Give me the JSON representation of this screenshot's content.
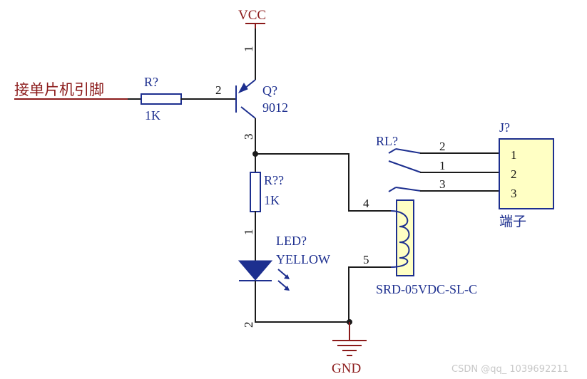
{
  "power": {
    "vcc_label": "VCC",
    "gnd_label": "GND"
  },
  "input": {
    "net_label": "接单片机引脚"
  },
  "resistor_r1": {
    "ref": "R?",
    "value": "1K"
  },
  "transistor_q1": {
    "ref": "Q?",
    "value": "9012",
    "pins": [
      "1",
      "2",
      "3"
    ]
  },
  "resistor_r2": {
    "ref": "R??",
    "value": "1K"
  },
  "led": {
    "ref": "LED?",
    "value": "YELLOW",
    "pins": [
      "1",
      "2"
    ]
  },
  "relay": {
    "ref": "RL?",
    "value": "SRD-05VDC-SL-C",
    "pins": [
      "4",
      "5",
      "2",
      "1",
      "3"
    ]
  },
  "connector": {
    "ref": "J?",
    "value": "端子",
    "pins": [
      "1",
      "2",
      "3"
    ]
  },
  "watermark": "CSDN @qq_ 1039692211",
  "colors": {
    "component": "#1d2f8f",
    "wire": "#1b1b1b",
    "power": "#8b1a1a",
    "connector_fill": "#ffffc4"
  }
}
